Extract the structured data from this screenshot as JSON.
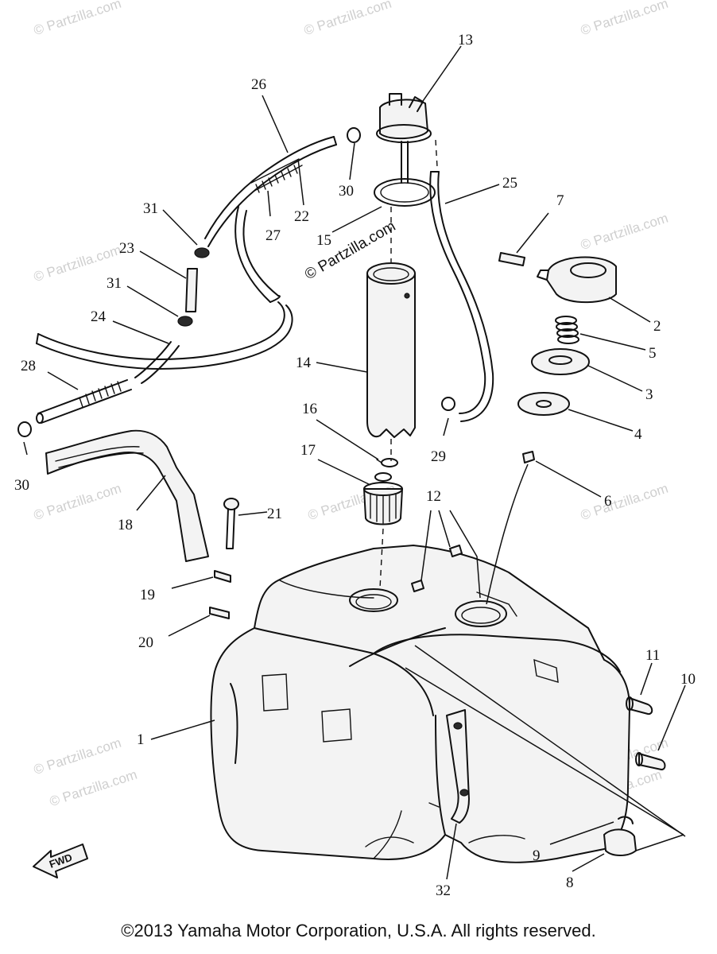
{
  "watermark_text": "© Partzilla.com",
  "watermark_positions": 15,
  "center_watermark": "© Partzilla.com",
  "fwd_label": "FWD",
  "copyright": "©2013 Yamaha Motor Corporation, U.S.A. All rights reserved.",
  "callouts": {
    "c1": "1",
    "c2": "2",
    "c3": "3",
    "c4": "4",
    "c5": "5",
    "c6": "6",
    "c7": "7",
    "c8": "8",
    "c9": "9",
    "c10": "10",
    "c11": "11",
    "c12": "12",
    "c13": "13",
    "c14": "14",
    "c15": "15",
    "c16": "16",
    "c17": "17",
    "c18": "18",
    "c19": "19",
    "c20": "20",
    "c21": "21",
    "c22": "22",
    "c23": "23",
    "c24": "24",
    "c25": "25",
    "c26": "26",
    "c27": "27",
    "c28": "28",
    "c29": "29",
    "c30a": "30",
    "c30b": "30",
    "c31a": "31",
    "c31b": "31",
    "c32": "32"
  }
}
